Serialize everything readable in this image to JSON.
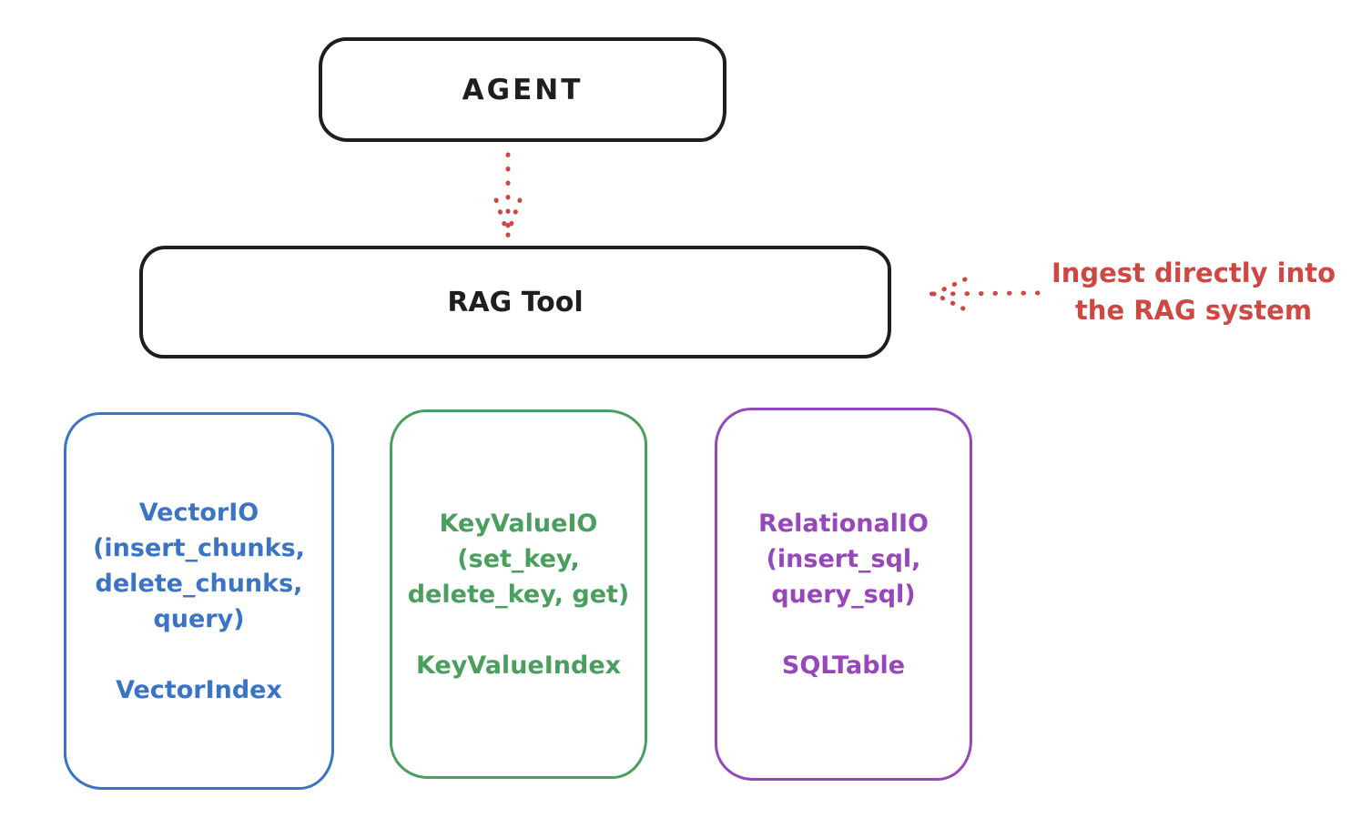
{
  "diagram": {
    "agent": {
      "label": "AGENT"
    },
    "rag_tool": {
      "label": "RAG Tool"
    },
    "annotation": {
      "line1": "Ingest directly into",
      "line2": "the RAG system"
    },
    "io_boxes": [
      {
        "title": "VectorIO",
        "params": [
          "(insert_chunks,",
          "delete_chunks,",
          "query)"
        ],
        "index": "VectorIndex",
        "color": "#3b74c4"
      },
      {
        "title": "KeyValueIO",
        "params": [
          "(set_key,",
          "delete_key, get)"
        ],
        "index": "KeyValueIndex",
        "color": "#4a9e5e"
      },
      {
        "title": "RelationalIO",
        "params": [
          "(insert_sql,",
          "query_sql)"
        ],
        "index": "SQLTable",
        "color": "#9747ba"
      }
    ],
    "colors": {
      "ink": "#1e1e1e",
      "accent_red": "#cf4742",
      "background": "#ffffff"
    }
  }
}
